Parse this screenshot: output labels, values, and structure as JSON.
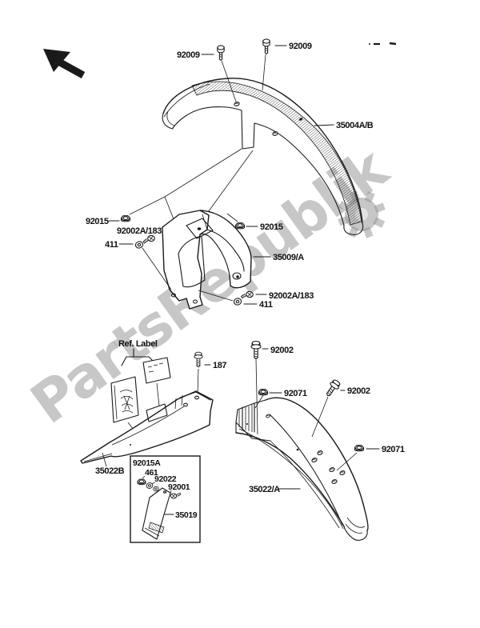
{
  "diagram": {
    "watermark_text": "PartsRepublik",
    "labels": {
      "front_bolt_left": "92009",
      "front_bolt_right": "92009",
      "front_fender": "35004A/B",
      "front_nut_left": "92015",
      "front_nut_right": "92015",
      "front_screw_left": "92002A/183",
      "front_washer_left": "411",
      "bracket": "35009/A",
      "front_screw_right": "92002A/183",
      "front_washer_right": "411",
      "ref_label": "Ref. Label",
      "label_bolt": "187",
      "inner_fender": "35022B",
      "inset_nut": "92015A",
      "inset_washer_small": "461",
      "inset_washer_large": "92022",
      "inset_screw": "92001",
      "mud_flap": "35019",
      "rear_bolt_front": "92002",
      "rear_nut_front": "92071",
      "rear_bolt_rear": "92002",
      "rear_nut_rear": "92071",
      "rear_fender": "35022/A"
    }
  }
}
